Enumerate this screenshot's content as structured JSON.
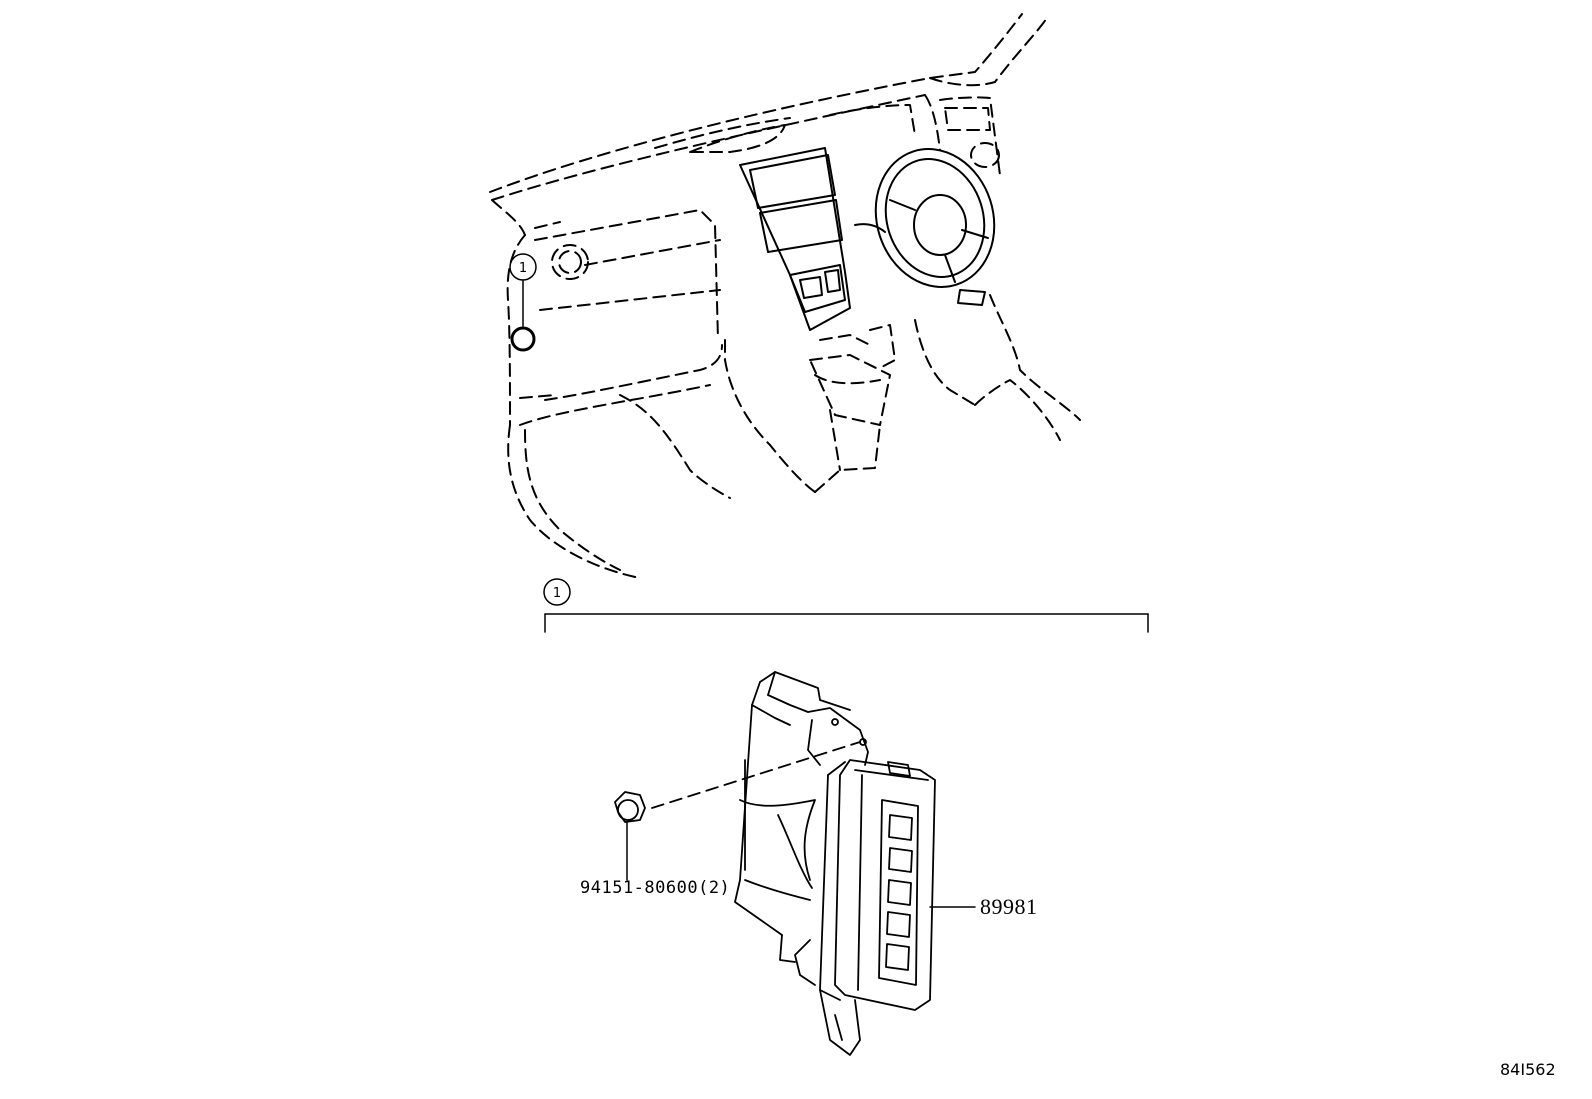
{
  "callouts": {
    "dash_ref": "1",
    "group_ref": "1"
  },
  "parts": {
    "bolt": "94151-80600(2)",
    "ecu": "89981"
  },
  "illustration_code": "84I562"
}
